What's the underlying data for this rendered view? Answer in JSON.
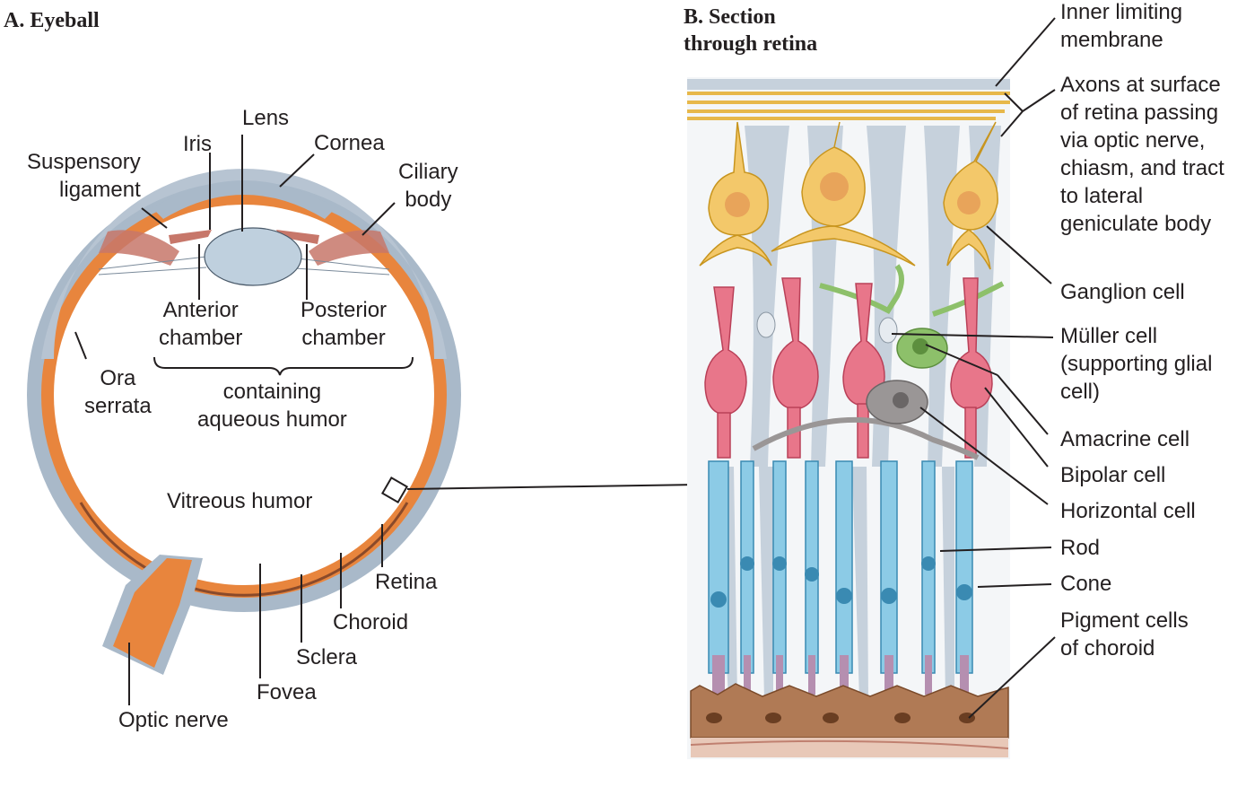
{
  "panel_a": {
    "title": "A. Eyeball",
    "labels": {
      "lens": "Lens",
      "iris": "Iris",
      "cornea": "Cornea",
      "suspensory_ligament": [
        "Suspensory",
        "ligament"
      ],
      "ciliary_body": [
        "Ciliary",
        "body"
      ],
      "anterior_chamber": [
        "Anterior",
        "chamber"
      ],
      "posterior_chamber": [
        "Posterior",
        "chamber"
      ],
      "ora_serrata": [
        "Ora",
        "serrata"
      ],
      "aqueous_humor": [
        "containing",
        "aqueous humor"
      ],
      "vitreous_humor": "Vitreous humor",
      "retina": "Retina",
      "choroid": "Choroid",
      "sclera": "Sclera",
      "fovea": "Fovea",
      "optic_nerve": "Optic nerve"
    }
  },
  "panel_b": {
    "title": [
      "B. Section",
      "through retina"
    ],
    "labels": {
      "inner_limiting_membrane": [
        "Inner limiting",
        "membrane"
      ],
      "axons": [
        "Axons at surface",
        "of retina passing",
        "via optic nerve,",
        "chiasm, and tract",
        "to lateral",
        "geniculate body"
      ],
      "ganglion_cell": "Ganglion cell",
      "muller_cell": [
        "Müller cell",
        "(supporting glial",
        "cell)"
      ],
      "amacrine_cell": "Amacrine cell",
      "bipolar_cell": "Bipolar cell",
      "horizontal_cell": "Horizontal cell",
      "rod": "Rod",
      "cone": "Cone",
      "pigment_cells": [
        "Pigment cells",
        "of choroid"
      ]
    }
  },
  "colors": {
    "sclera": "#a9b9c9",
    "choroid_retina": "#e8853d",
    "ciliary": "#c7776a",
    "lens": "#bfd0de",
    "ganglion": "#f3c86a",
    "bipolar": "#e8768a",
    "muller": "#c6d1dc",
    "amacrine": "#8dc06a",
    "horizontal": "#9a9696",
    "photoreceptor": "#8ccbe6",
    "pigment": "#b07a55",
    "leader_line": "#231f20"
  }
}
